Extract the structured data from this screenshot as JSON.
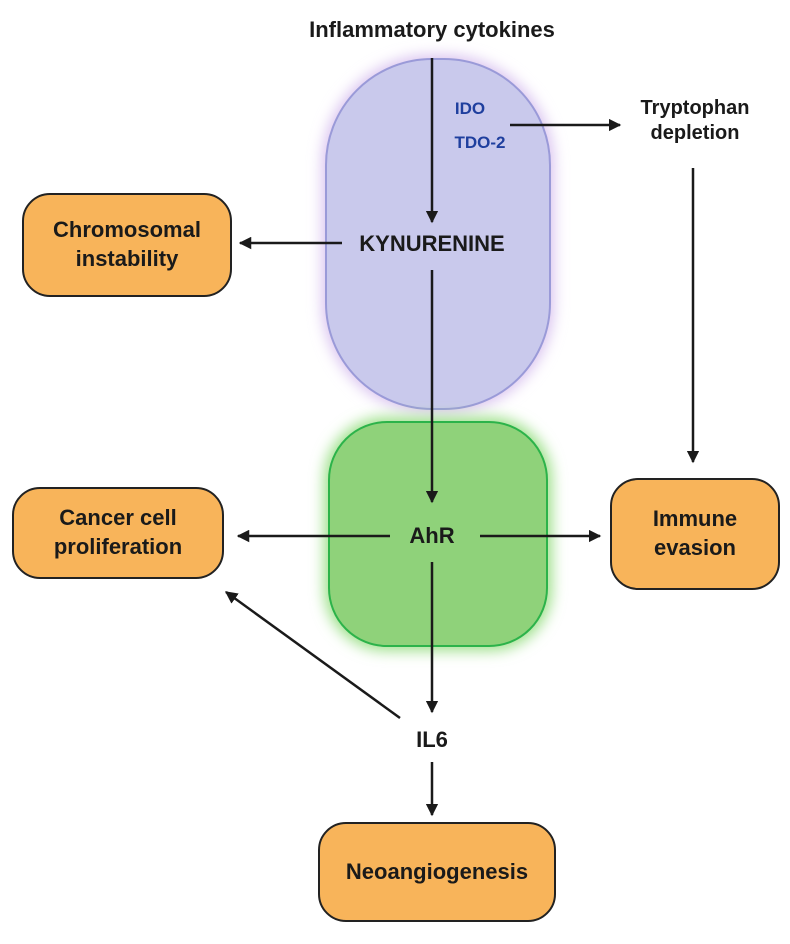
{
  "input": "Inflammatory cytokines",
  "enzymes": [
    "IDO",
    "TDO-2"
  ],
  "nodes": {
    "kynurenine": "KYNURENINE",
    "ahr": "AhR",
    "il6": "IL6",
    "tryptophan": [
      "Tryptophan",
      "depletion"
    ]
  },
  "outcomes": {
    "chromosomal": [
      "Chromosomal",
      "instability"
    ],
    "cancer": [
      "Cancer cell",
      "proliferation"
    ],
    "immune": [
      "Immune",
      "evasion"
    ],
    "neoangio": "Neoangiogenesis"
  },
  "colors": {
    "outcome_fill": "#f8b45a",
    "kynurenine_region": "#c9c9ec",
    "ahr_region": "#8fd27a",
    "ahr_border": "#2cb34a",
    "enzyme_text": "#1f3f9e"
  }
}
